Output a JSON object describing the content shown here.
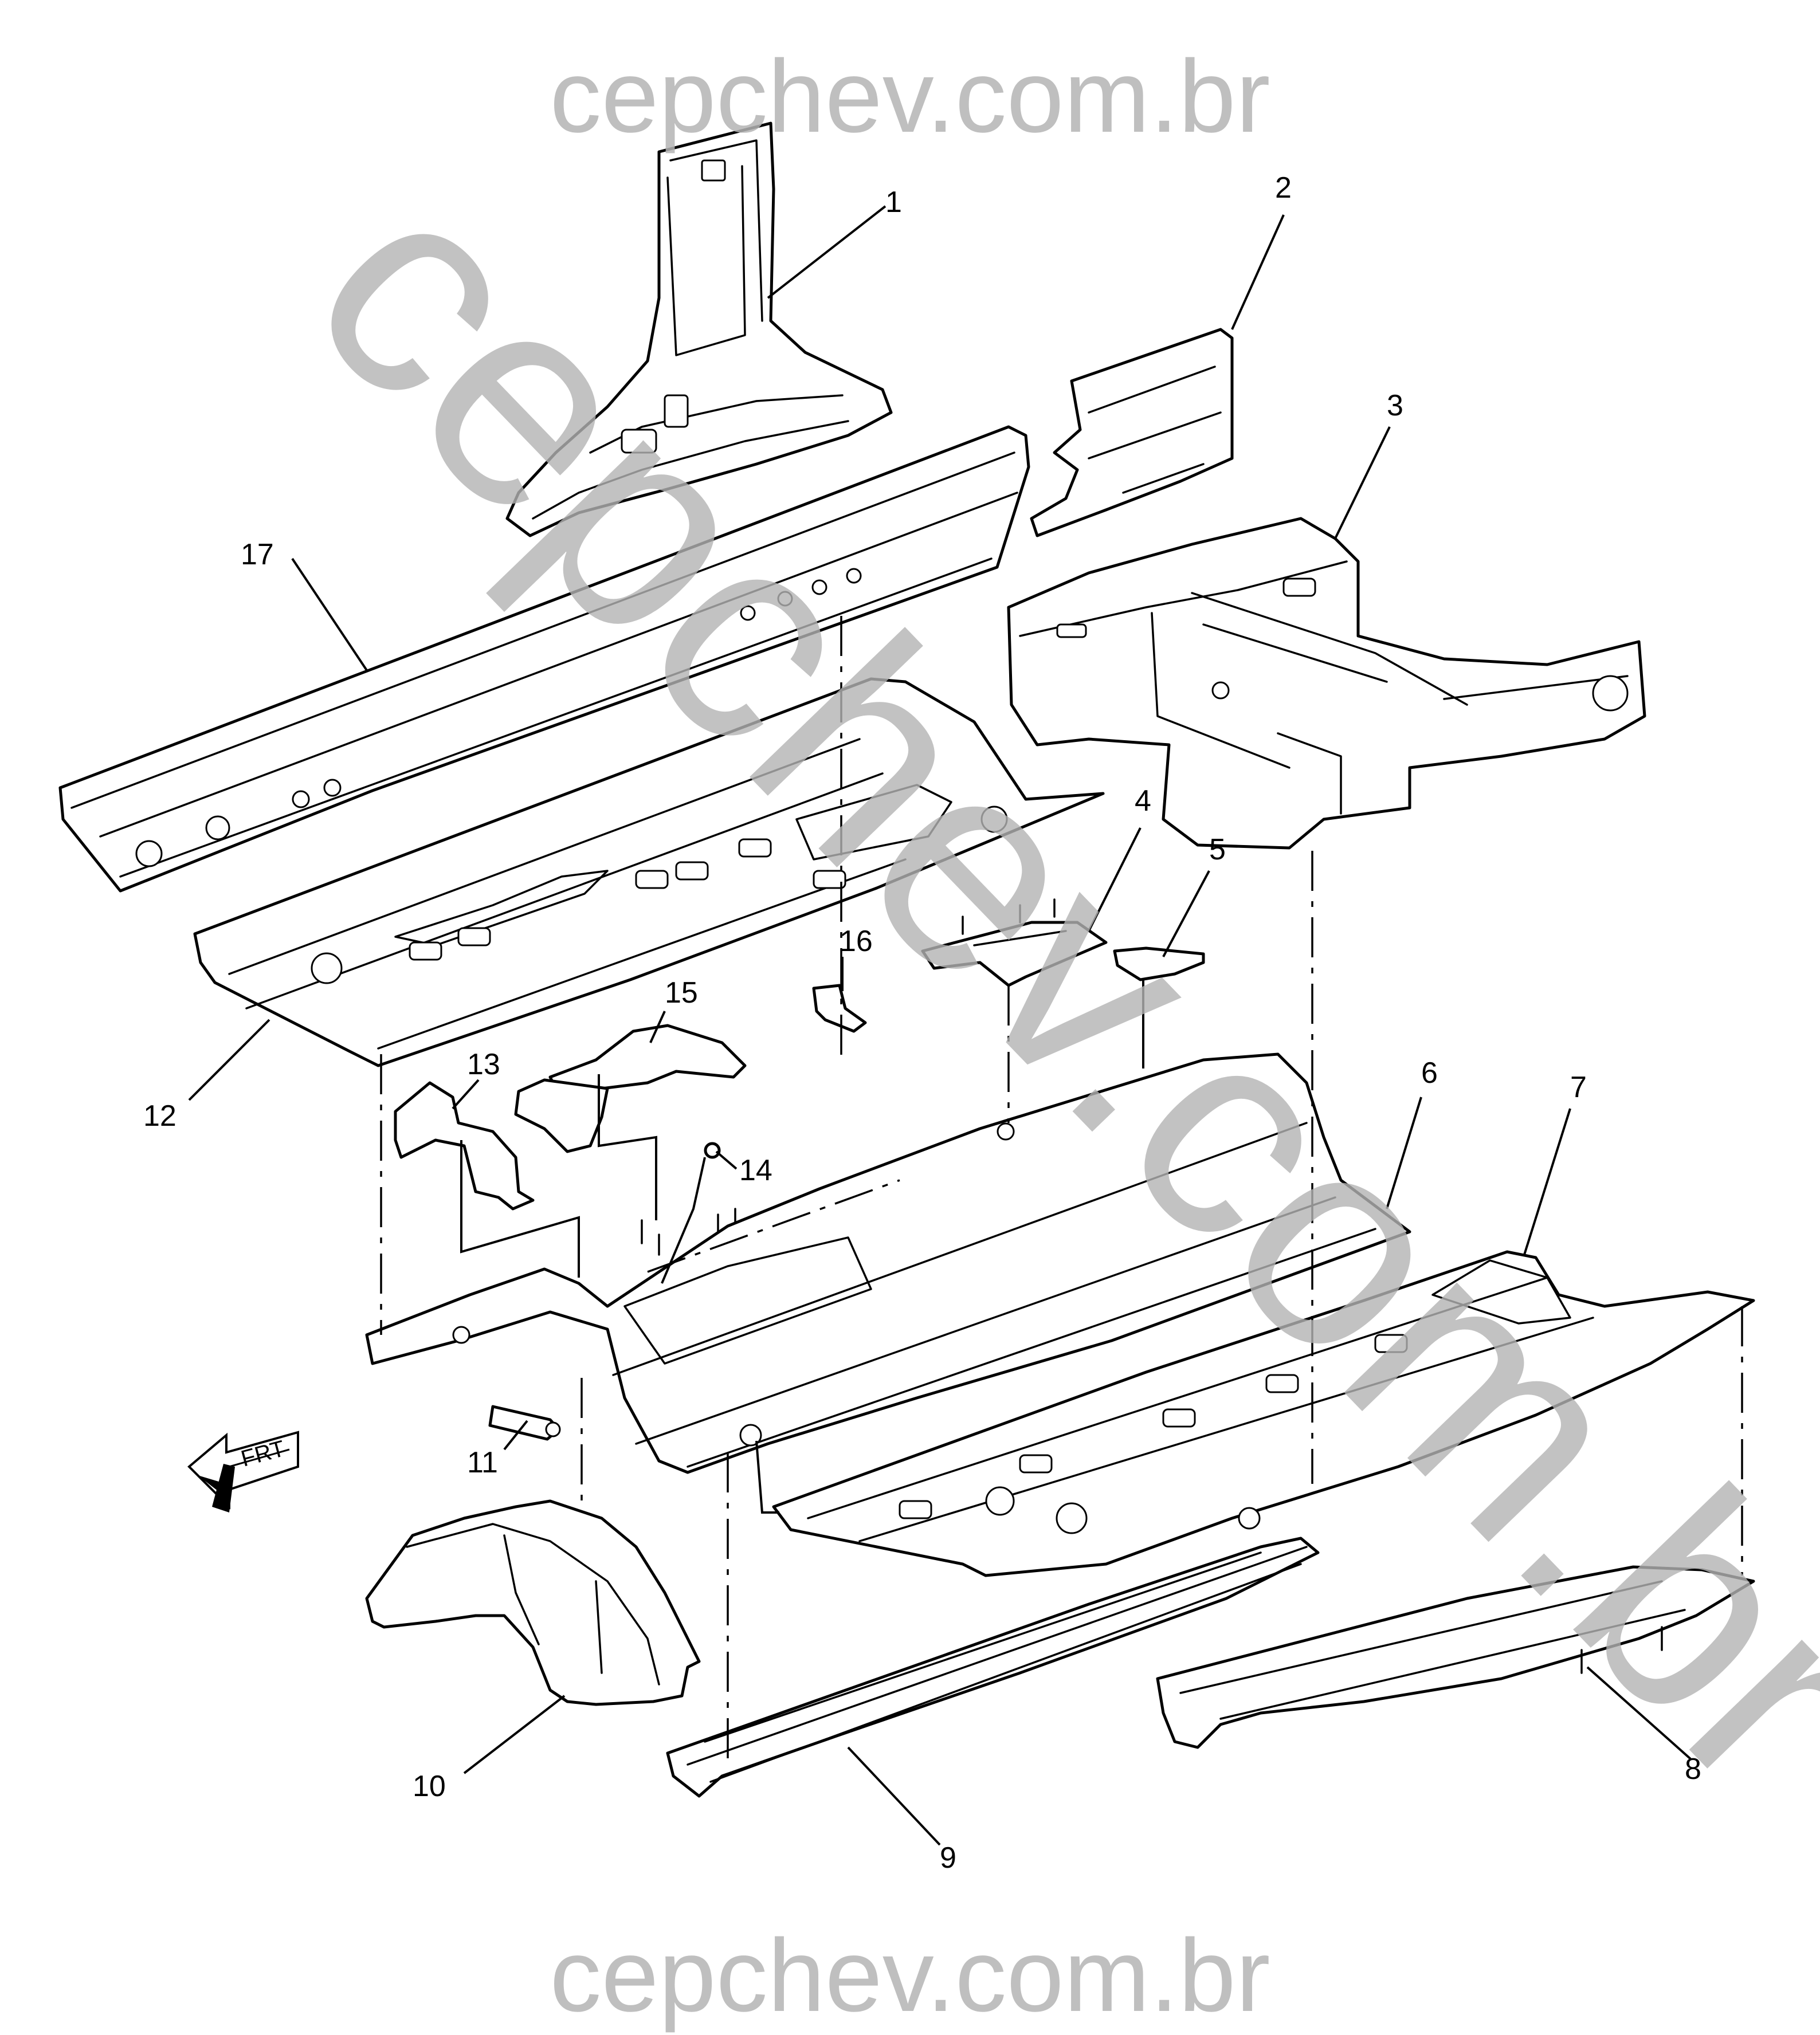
{
  "watermark": {
    "top": "cepchev.com.br",
    "bottom": "cepchev.com.br",
    "diagonal": "cepchev.com.br",
    "color": "#b4b4b4"
  },
  "orientation": {
    "label": "FRT"
  },
  "callouts": [
    "1",
    "2",
    "3",
    "4",
    "5",
    "6",
    "7",
    "8",
    "9",
    "10",
    "11",
    "12",
    "13",
    "14",
    "15",
    "16",
    "17"
  ],
  "colors": {
    "line": "#000000",
    "background": "#ffffff"
  }
}
